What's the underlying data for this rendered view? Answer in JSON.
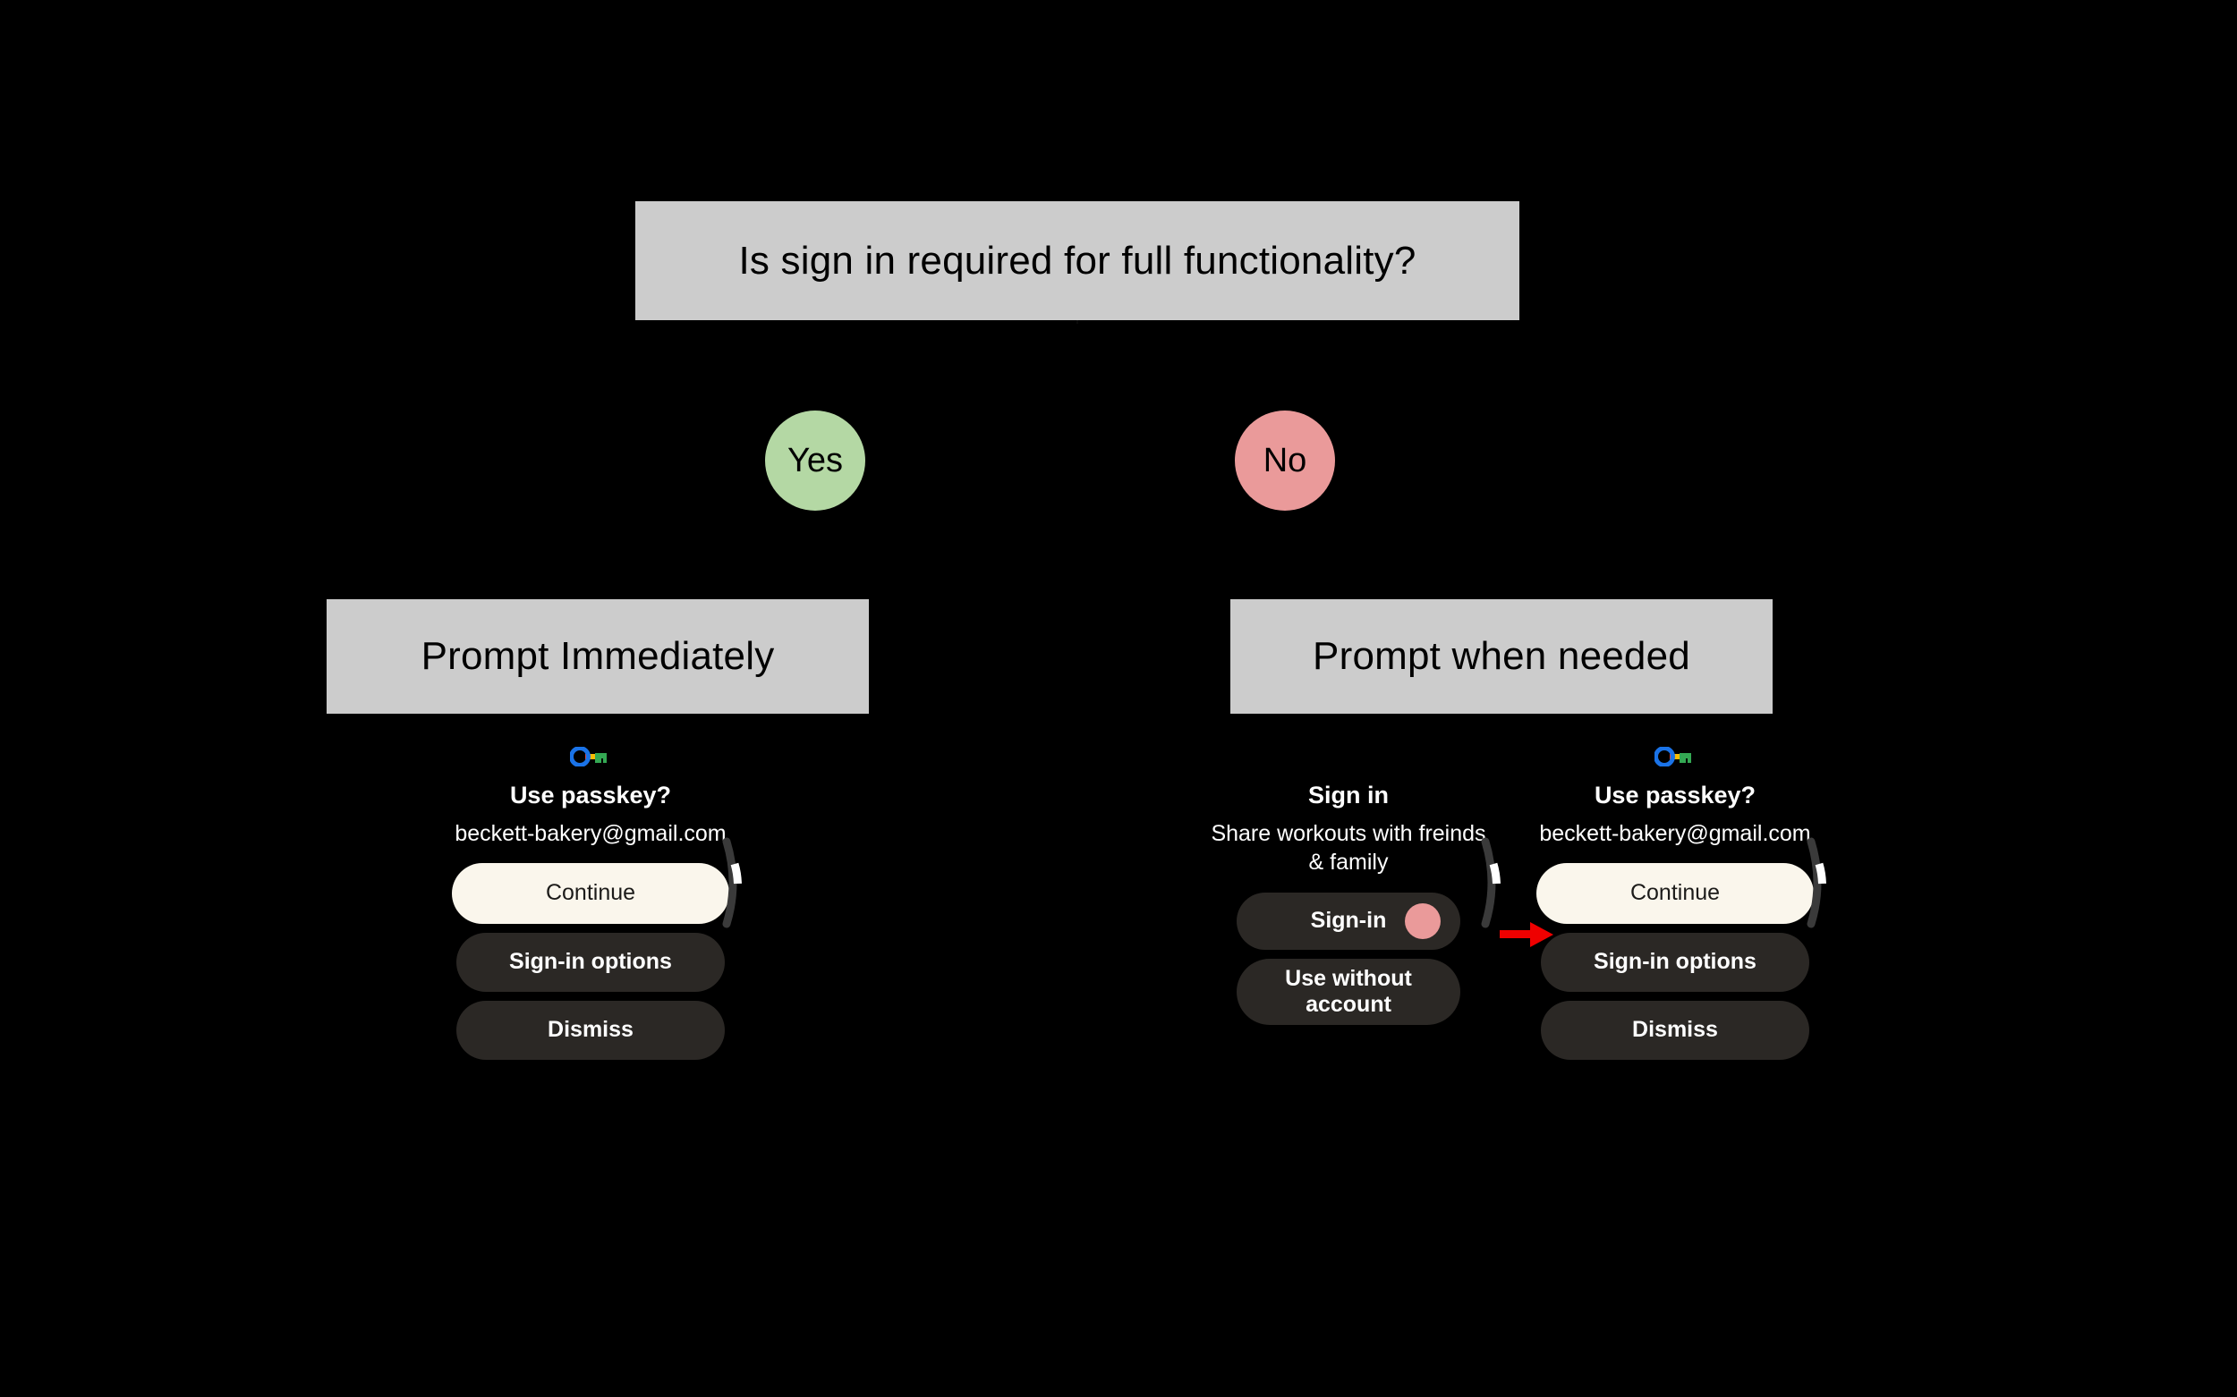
{
  "flowchart": {
    "decision": {
      "label": "Is sign in required for full functionality?"
    },
    "edges": [
      {
        "label": "Yes",
        "color": "#b4d8a4"
      },
      {
        "label": "No",
        "color": "#ea9a9a"
      }
    ],
    "outcomes": [
      {
        "label": "Prompt Immediately"
      },
      {
        "label": "Prompt when needed"
      }
    ],
    "box_fill": "#cccccc",
    "background": "#000000"
  },
  "screens": {
    "left_passkey": {
      "icon": "google-passkey-icon",
      "title": "Use passkey?",
      "subtitle": "beckett-bakery@gmail.com",
      "buttons": [
        {
          "label": "Continue",
          "style": "primary"
        },
        {
          "label": "Sign-in options",
          "style": "secondary"
        },
        {
          "label": "Dismiss",
          "style": "secondary"
        }
      ]
    },
    "middle_signin": {
      "title": "Sign in",
      "subtitle": "Share workouts with freinds & family",
      "buttons": [
        {
          "label": "Sign-in",
          "style": "secondary",
          "avatar": true,
          "avatar_color": "#ea9a9a"
        },
        {
          "label": "Use without account",
          "style": "secondary",
          "avatar": false
        }
      ]
    },
    "right_passkey": {
      "icon": "google-passkey-icon",
      "title": "Use passkey?",
      "subtitle": "beckett-bakery@gmail.com",
      "buttons": [
        {
          "label": "Continue",
          "style": "primary"
        },
        {
          "label": "Sign-in options",
          "style": "secondary"
        },
        {
          "label": "Dismiss",
          "style": "secondary"
        }
      ]
    }
  },
  "annotation": {
    "arrow": "red-right-arrow",
    "color": "#ef0000"
  },
  "colors": {
    "primary_button": "#faf6ec",
    "secondary_button": "#2b2825",
    "screen_background": "#000000",
    "scroll_track": "#3a3a3a",
    "scroll_thumb": "#ffffff",
    "passkey_blue": "#1a73e8",
    "passkey_yellow": "#fbbc04",
    "passkey_red": "#ea4335",
    "passkey_green": "#34a853"
  }
}
